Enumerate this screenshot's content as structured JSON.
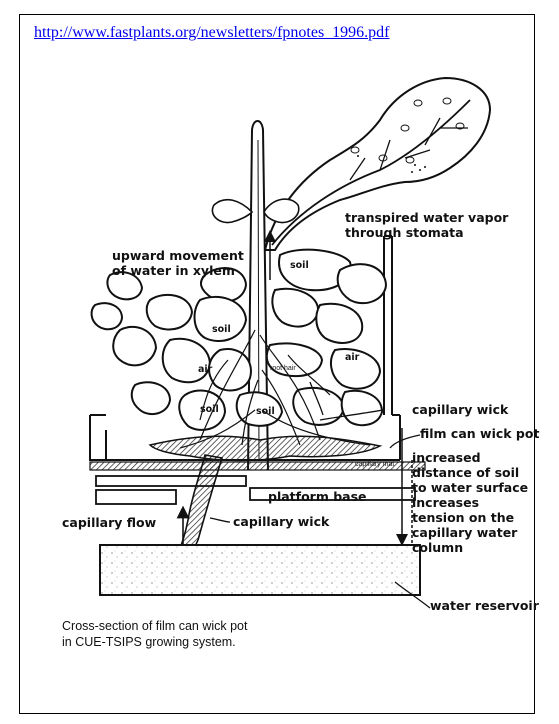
{
  "source_link": "http://www.fastplants.org/newsletters/fpnotes_1996.pdf",
  "labels": {
    "transpired_1": "transpired water vapor",
    "transpired_2": "through stomata",
    "upward_1": "upward movement",
    "upward_2": "of water in xylem",
    "soil": "soil",
    "air": "air",
    "root_hair": "root hair",
    "capillary_wick_upper": "capillary wick",
    "film_can": "film can wick pot",
    "capillary_mat": "capillary mat",
    "increased": [
      "increased",
      "distance of soil",
      "to water surface",
      "increases",
      "tension on the",
      "capillary water",
      "column"
    ],
    "platform_base": "platform base",
    "capillary_flow": "capillary flow",
    "capillary_wick_lower": "capillary wick",
    "water_reservoir": "water reservoir"
  },
  "caption": {
    "line1": "Cross-section of film can wick pot",
    "line2": "in CUE-TSIPS growing system."
  }
}
